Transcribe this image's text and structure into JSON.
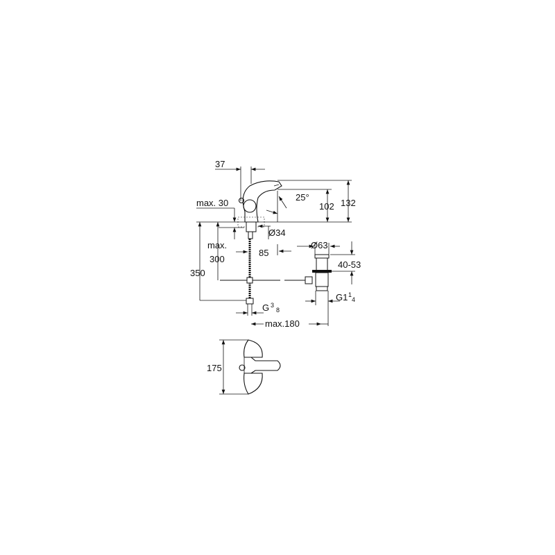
{
  "drawing": {
    "side_view": {
      "dim_handle_offset": "37",
      "dim_max_deck": "max. 30",
      "dim_spout_angle": "25°",
      "dim_spout_height": "102",
      "dim_total_height": "132",
      "dim_hole_diameter": "Ø34",
      "dim_max_label": "max.",
      "dim_300": "300",
      "dim_350": "350",
      "dim_85": "85",
      "dim_waste_diameter": "Ø63",
      "dim_waste_range": "40-53",
      "dim_waste_thread": "G1",
      "dim_waste_thread_num": "1",
      "dim_waste_thread_den": "4",
      "dim_hose_thread": "G",
      "dim_hose_thread_num": "3",
      "dim_hose_thread_den": "8",
      "dim_max_180": "max.180"
    },
    "top_view": {
      "dim_width": "175"
    }
  }
}
